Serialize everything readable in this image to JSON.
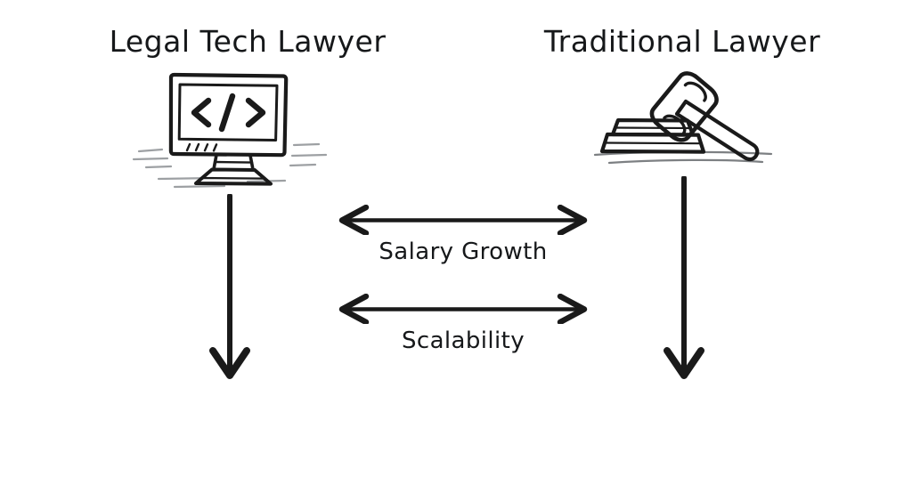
{
  "diagram": {
    "background_color": "#ffffff",
    "ink_color": "#1a1a1a",
    "accent_gray": "#8d9094",
    "left_column": {
      "title": "Legal Tech Lawyer",
      "icon": "computer-monitor-code-icon",
      "icon_symbol": "</>",
      "arrow": "down-arrow"
    },
    "right_column": {
      "title": "Traditional Lawyer",
      "icon": "gavel-and-sound-block-icon",
      "arrow": "down-arrow"
    },
    "comparisons": [
      {
        "label": "Salary Growth",
        "arrow": "double-headed-horizontal-arrow"
      },
      {
        "label": "Scalability",
        "arrow": "double-headed-horizontal-arrow"
      }
    ]
  }
}
